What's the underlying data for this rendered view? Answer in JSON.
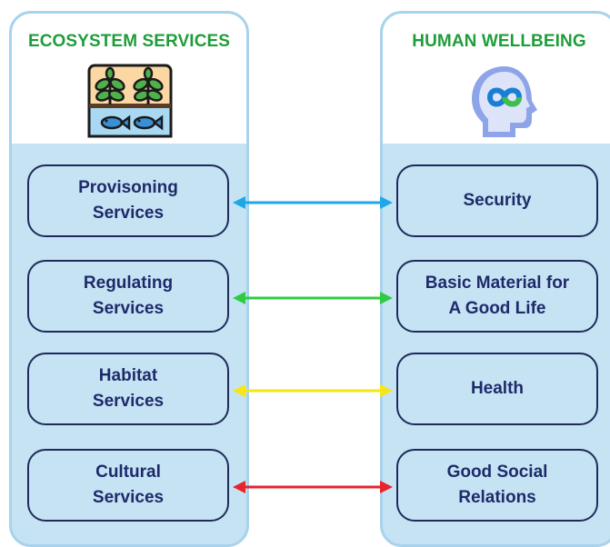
{
  "left_column": {
    "title": "ECOSYSTEM SERVICES",
    "icon": "farm-aquaculture-icon",
    "items": [
      {
        "label": "Provisoning\nServices"
      },
      {
        "label": "Regulating\nServices"
      },
      {
        "label": "Habitat\nServices"
      },
      {
        "label": "Cultural\nServices"
      }
    ]
  },
  "right_column": {
    "title": "HUMAN WELLBEING",
    "icon": "head-infinity-icon",
    "items": [
      {
        "label": "Security"
      },
      {
        "label": "Basic Material for\nA Good Life"
      },
      {
        "label": "Health"
      },
      {
        "label": "Good Social\nRelations"
      }
    ]
  },
  "links": [
    {
      "from": "Provisoning Services",
      "to": "Security",
      "color": "#1ea7e8"
    },
    {
      "from": "Regulating Services",
      "to": "Basic Material for A Good Life",
      "color": "#2ecc40"
    },
    {
      "from": "Habitat Services",
      "to": "Health",
      "color": "#f5e614"
    },
    {
      "from": "Cultural Services",
      "to": "Good Social Relations",
      "color": "#e8232b"
    }
  ],
  "colors": {
    "title_green": "#1e9e3a",
    "panel_blue": "#c5e3f3",
    "box_border": "#1f2a5a",
    "box_text": "#1f2a6b"
  }
}
